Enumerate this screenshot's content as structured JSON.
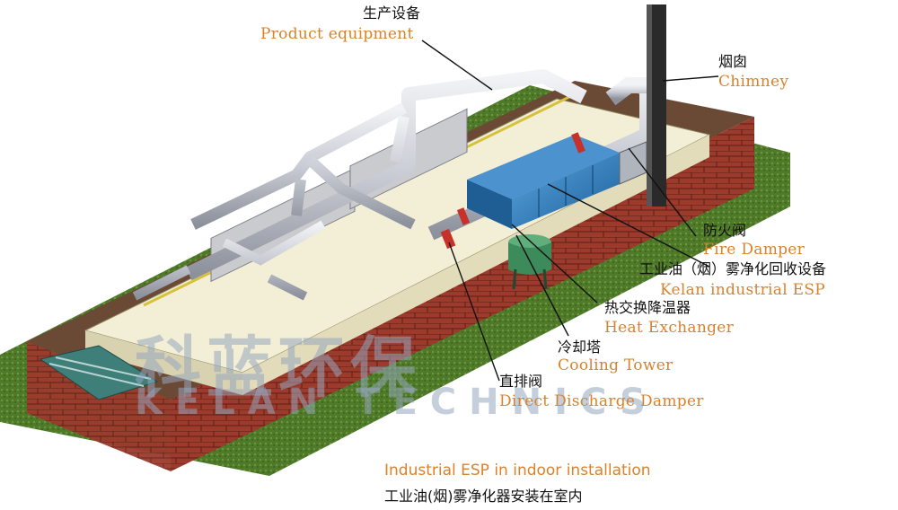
{
  "labels": {
    "product_equipment": {
      "cn": "生产设备",
      "en": "Product equipment"
    },
    "chimney": {
      "cn": "烟囱",
      "en": "Chimney"
    },
    "fire_damper": {
      "cn": "防火阀",
      "en": "Fire Damper"
    },
    "esp": {
      "cn": "工业油（烟）雾净化回收设备",
      "en": "Kelan industrial ESP"
    },
    "heat_exchanger": {
      "cn": "热交换降温器",
      "en": "Heat Exchanger"
    },
    "cooling_tower": {
      "cn": "冷却塔",
      "en": "Cooling Tower"
    },
    "direct_discharge": {
      "cn": "直排阀",
      "en": "Direct Discharge Damper"
    }
  },
  "caption": {
    "en": "Industrial ESP in indoor installation",
    "cn": "工业油(烟)雾净化器安装在室内"
  },
  "watermark": {
    "cn": "科蓝环保",
    "en": "KELAN TECHNICS"
  },
  "colors": {
    "label_en": "#d9822b",
    "label_cn": "#111111",
    "brick": "#9c3a2c",
    "grass": "#4f7a2a",
    "pipe": "#d4d6dc",
    "esp_blue": "#2f7fc0",
    "floor": "#f3efd6",
    "cooling_tower": "#3d8a5a",
    "chimney": "#2a2a2a"
  }
}
